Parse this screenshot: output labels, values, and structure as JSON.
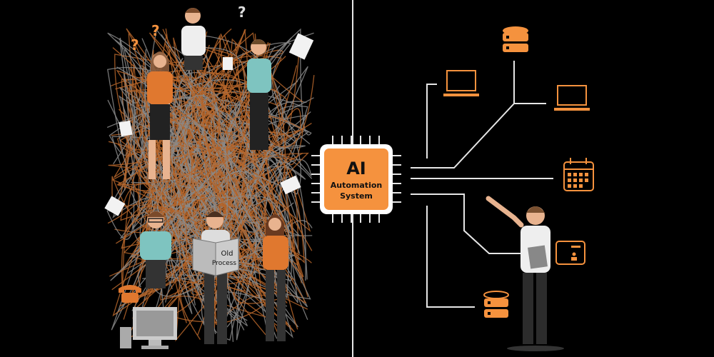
{
  "chip": {
    "title": "AI",
    "line1": "Automation",
    "line2": "System"
  },
  "book": {
    "line1": "Old",
    "line2": "Process"
  },
  "question_mark": "?",
  "colors": {
    "accent": "#f5923e",
    "background": "#000000",
    "line": "#e6e6e6",
    "tangle_orange": "#b5652a",
    "tangle_gray": "#8a8a8a"
  },
  "icons": [
    "database-icon",
    "laptop-icon",
    "laptop-icon",
    "calendar-icon",
    "id-card-icon",
    "database-icon",
    "telephone-icon",
    "computer-monitor-icon",
    "document-icon"
  ]
}
